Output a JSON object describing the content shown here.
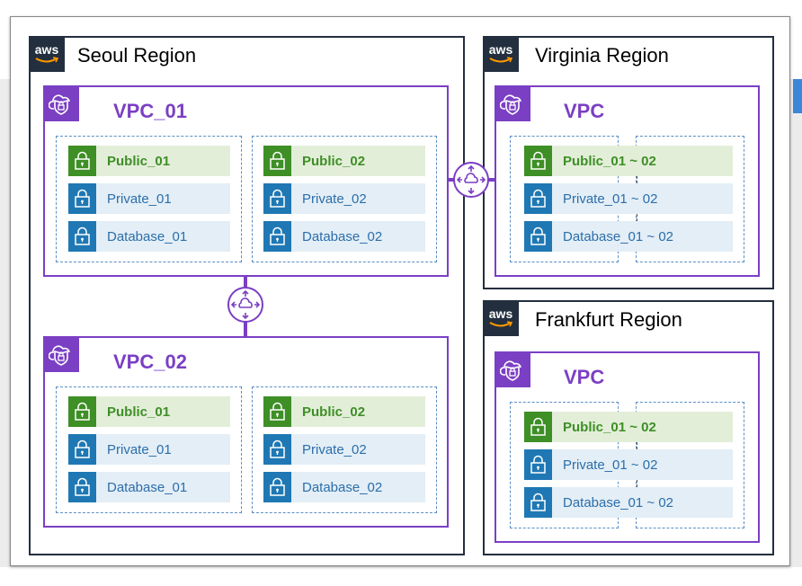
{
  "aws_logo_text": "aws",
  "regions": {
    "seoul": {
      "title": "Seoul Region"
    },
    "virginia": {
      "title": "Virginia Region"
    },
    "frankfurt": {
      "title": "Frankfurt Region"
    }
  },
  "seoul_vpc1": {
    "title": "VPC_01",
    "az1": [
      "Public_01",
      "Private_01",
      "Database_01"
    ],
    "az2": [
      "Public_02",
      "Private_02",
      "Database_02"
    ]
  },
  "seoul_vpc2": {
    "title": "VPC_02",
    "az1": [
      "Public_01",
      "Private_01",
      "Database_01"
    ],
    "az2": [
      "Public_02",
      "Private_02",
      "Database_02"
    ]
  },
  "virginia_vpc": {
    "title": "VPC",
    "subnets": [
      "Public_01 ~ 02",
      "Private_01 ~ 02",
      "Database_01 ~ 02"
    ]
  },
  "frankfurt_vpc": {
    "title": "VPC",
    "subnets": [
      "Public_01 ~ 02",
      "Private_01 ~ 02",
      "Database_01 ~ 02"
    ]
  },
  "colors": {
    "vpc_purple": "#7b3fc4",
    "public_green": "#3e8f26",
    "private_blue": "#1f78b4",
    "aws_dark": "#232f3e"
  },
  "icons": {
    "region": "aws-logo-icon",
    "vpc": "vpc-cloud-shield-icon",
    "subnet": "lock-icon",
    "gateway": "transit-gateway-icon"
  }
}
